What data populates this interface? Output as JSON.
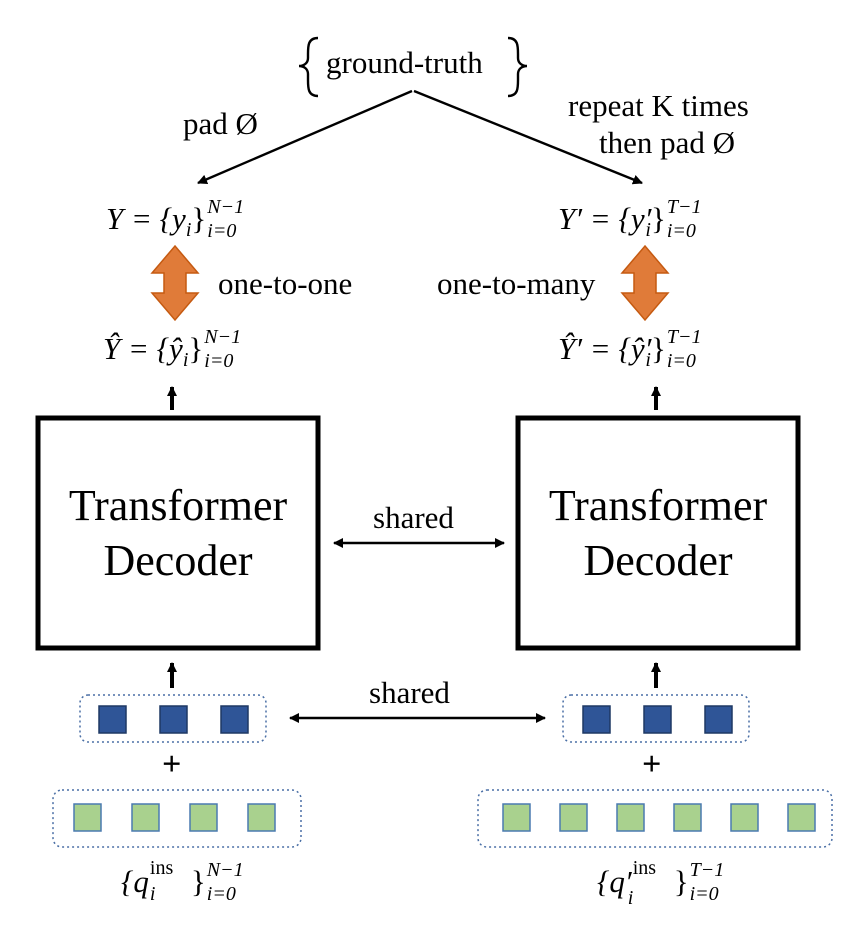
{
  "top": {
    "ground_truth": "ground-truth",
    "pad_left": "pad Ø",
    "pad_right_line1": "repeat K times",
    "pad_right_line2": "then pad Ø"
  },
  "left": {
    "y_math": "Y = {y",
    "y_sub": "i",
    "y_close": "}",
    "y_sup": "N−1",
    "y_sub2": "i=0",
    "yhat_math": "Ŷ = {ŷ",
    "yhat_sub": "i",
    "yhat_close": "}",
    "yhat_sup": "N−1",
    "yhat_sub2": "i=0",
    "match": "one-to-one",
    "decoder_line1": "Transformer",
    "decoder_line2": "Decoder",
    "query_math": "{q",
    "query_sub": "i",
    "query_sup": "ins",
    "query_close": "}",
    "query_sup2": "N−1",
    "query_sub2": "i=0"
  },
  "right": {
    "y_math": "Y′ = {y",
    "y_prime": "′",
    "y_sub": "i",
    "y_close": "}",
    "y_sup": "T−1",
    "y_sub2": "i=0",
    "yhat_math": "Ŷ′ = {ŷ",
    "yhat_prime": "′",
    "yhat_sub": "i",
    "yhat_close": "}",
    "yhat_sup": "T−1",
    "yhat_sub2": "i=0",
    "match": "one-to-many",
    "decoder_line1": "Transformer",
    "decoder_line2": "Decoder",
    "query_math": "{q′",
    "query_sub": "i",
    "query_sup": "ins",
    "query_close": "}",
    "query_sup2": "T−1",
    "query_sub2": "i=0"
  },
  "shared_decoder": "shared",
  "shared_queries": "shared",
  "plus": "+",
  "colors": {
    "content_query": "#2f5597",
    "content_query_border": "#1f3864",
    "pos_query": "#a9d18e",
    "pos_query_border": "#4a7ab0",
    "match_arrow": "#e07b39",
    "match_arrow_border": "#c55a11",
    "dotted_border": "#4a6fa5"
  },
  "left_content_count": 3,
  "left_pos_count": 4,
  "right_content_count": 3,
  "right_pos_count": 6
}
